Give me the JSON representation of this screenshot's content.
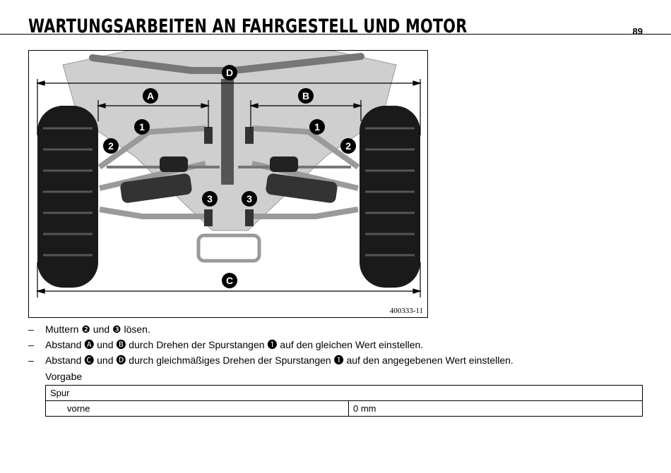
{
  "header": {
    "title": "WARTUNGSARBEITEN AN FAHRGESTELL UND MOTOR",
    "page": "89"
  },
  "figure": {
    "code": "400333-11",
    "callouts": {
      "a": "A",
      "b": "B",
      "c": "C",
      "d": "D",
      "one": "1",
      "two": "2",
      "three": "3"
    }
  },
  "steps": [
    {
      "dash": "–",
      "text": "Muttern ❷ und ❸ lösen."
    },
    {
      "dash": "–",
      "text": "Abstand 🅐 und 🅑 durch Drehen der Spurstangen ❶ auf den gleichen Wert einstellen."
    },
    {
      "dash": "–",
      "text": "Abstand 🅒 und 🅓 durch gleichmäßiges Drehen der Spurstangen ❶ auf den angegebenen Wert einstellen."
    }
  ],
  "spec": {
    "label": "Vorgabe",
    "group": "Spur",
    "rows": [
      {
        "name": "vorne",
        "value": "0 mm"
      }
    ]
  }
}
